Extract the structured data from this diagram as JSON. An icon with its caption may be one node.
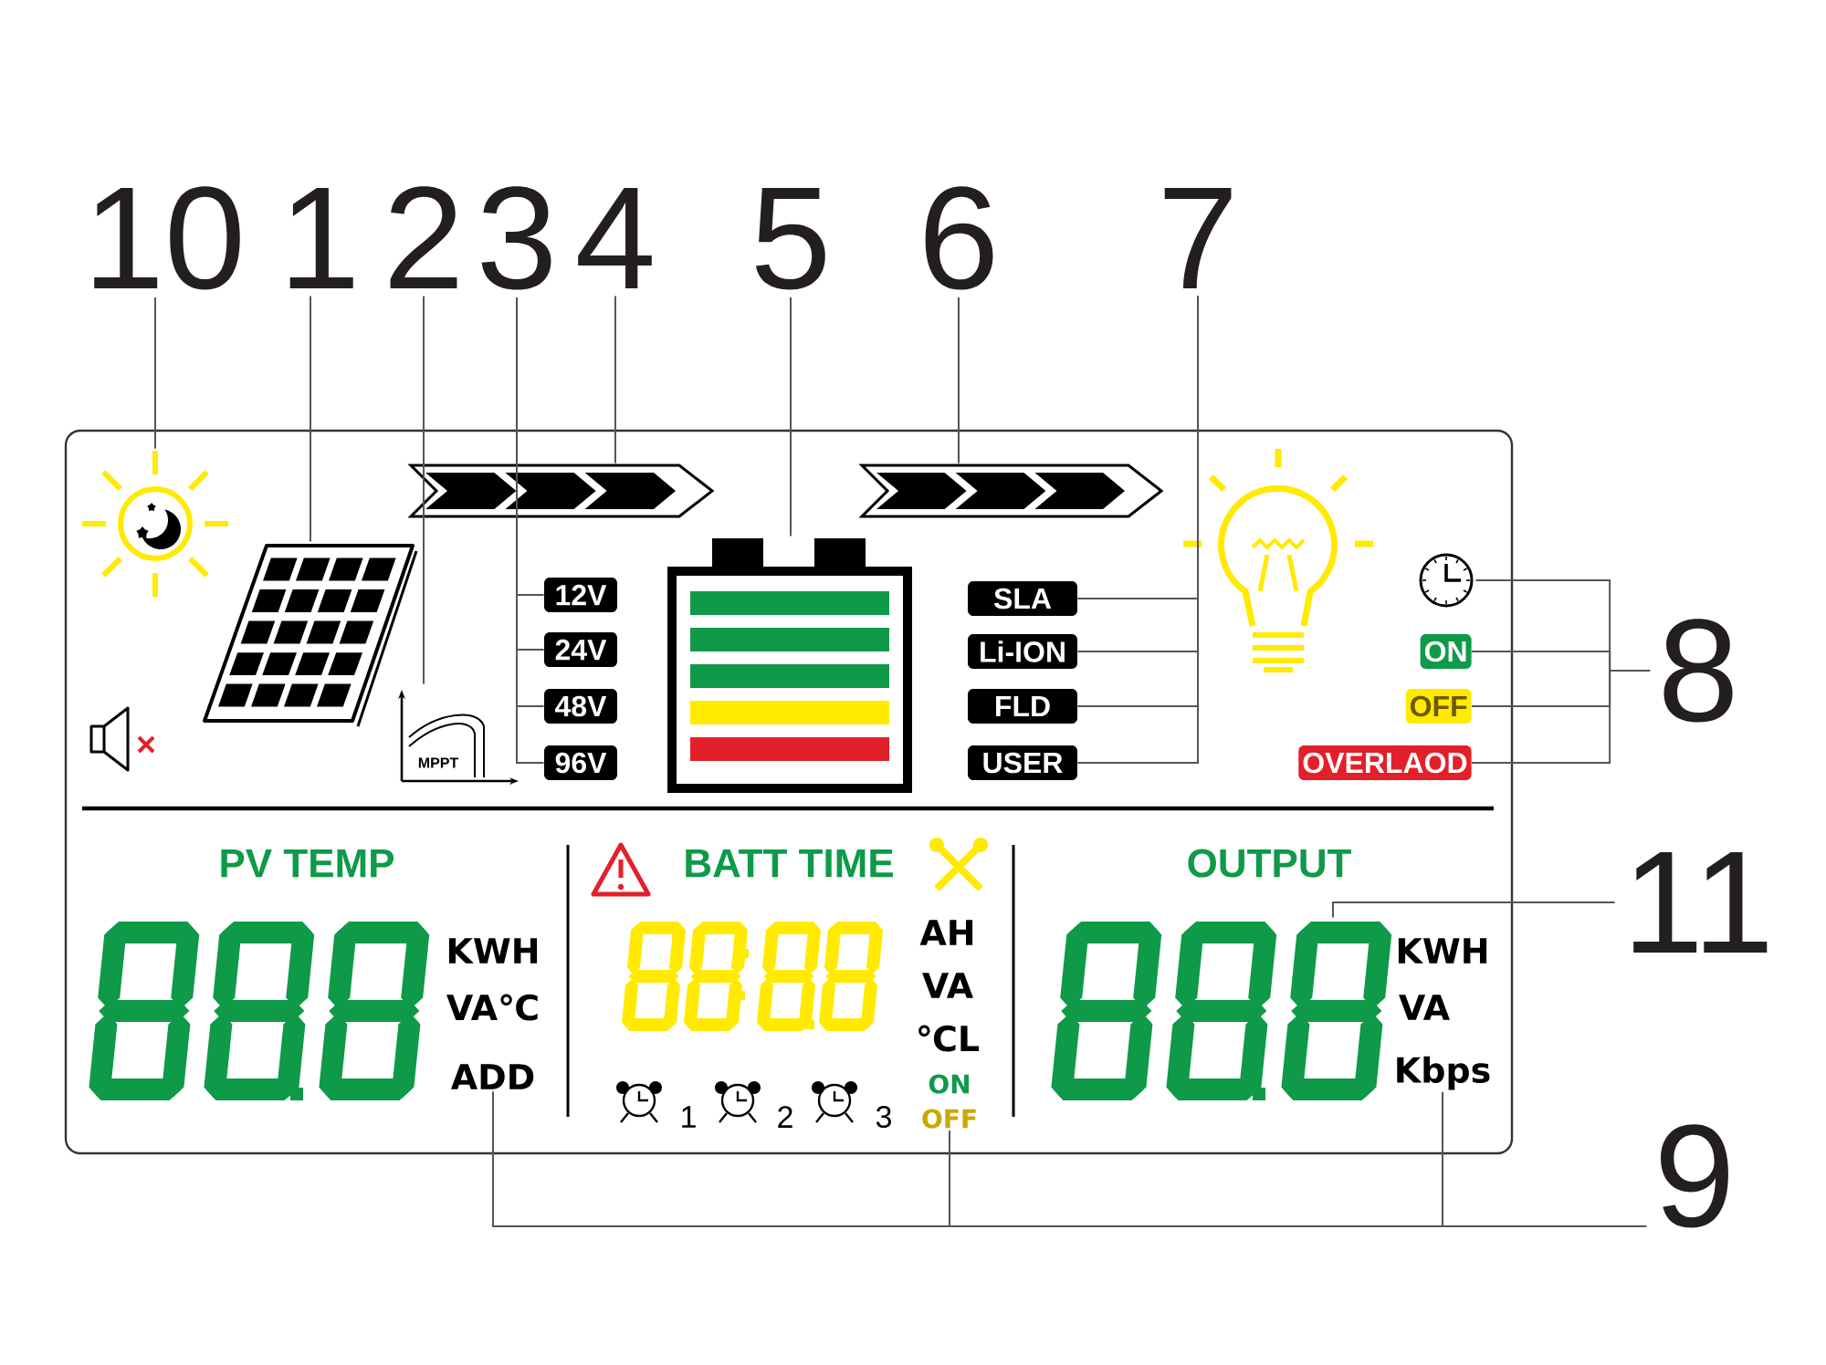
{
  "diagram": {
    "nodes": [
      {
        "text": [
          "10"
        ]
      },
      {
        "text": [
          "1"
        ]
      },
      {
        "text": [
          "2"
        ]
      },
      {
        "text": [
          "3"
        ]
      },
      {
        "text": [
          "4"
        ]
      },
      {
        "text": [
          "5"
        ]
      },
      {
        "text": [
          "6"
        ]
      },
      {
        "text": [
          "7"
        ]
      },
      {
        "text": [
          "8"
        ]
      },
      {
        "text": [
          "11"
        ]
      },
      {
        "text": [
          "9"
        ]
      },
      {
        "text": [],
        "shape": "sun"
      },
      {
        "text": [],
        "shape": "panel"
      },
      {
        "text": [
          "MPPT"
        ]
      },
      {
        "text": [
          "12V"
        ]
      },
      {
        "text": [
          "24V"
        ]
      },
      {
        "text": [
          "48V"
        ]
      },
      {
        "text": [
          "96V"
        ]
      },
      {
        "text": [],
        "shape": "arrow"
      },
      {
        "text": [],
        "shape": "battery"
      },
      {
        "text": [],
        "shape": "arrow"
      },
      {
        "text": [
          "SLA"
        ]
      },
      {
        "text": [
          "Li-ION"
        ]
      },
      {
        "text": [
          "FLD"
        ]
      },
      {
        "text": [
          "USER"
        ]
      },
      {
        "text": [],
        "shape": "clock"
      },
      {
        "text": [
          "ON"
        ]
      },
      {
        "text": [
          "OFF"
        ]
      },
      {
        "text": [
          "OVERLAOD"
        ]
      },
      {
        "text": [],
        "shape": "display"
      },
      {
        "text": [],
        "shape": "display"
      },
      {
        "text": [],
        "shape": "display"
      },
      {
        "text": [
          "ADD"
        ]
      },
      {
        "text": [
          "OFF"
        ]
      },
      {
        "text": [
          "Kbps"
        ]
      }
    ],
    "edges": [
      {
        "from": 0,
        "to": 11,
        "arrow": "none"
      },
      {
        "from": 1,
        "to": 12,
        "arrow": "none"
      },
      {
        "from": 2,
        "to": 13,
        "arrow": "none"
      },
      {
        "from": 3,
        "to": 14,
        "arrow": "none"
      },
      {
        "from": 3,
        "to": 15,
        "arrow": "none"
      },
      {
        "from": 3,
        "to": 16,
        "arrow": "none"
      },
      {
        "from": 3,
        "to": 17,
        "arrow": "none"
      },
      {
        "from": 4,
        "to": 18,
        "arrow": "none"
      },
      {
        "from": 5,
        "to": 19,
        "arrow": "none"
      },
      {
        "from": 6,
        "to": 20,
        "arrow": "none"
      },
      {
        "from": 7,
        "to": 21,
        "arrow": "none"
      },
      {
        "from": 7,
        "to": 22,
        "arrow": "none"
      },
      {
        "from": 7,
        "to": 23,
        "arrow": "none"
      },
      {
        "from": 7,
        "to": 24,
        "arrow": "none"
      },
      {
        "from": 8,
        "to": 25,
        "arrow": "none"
      },
      {
        "from": 8,
        "to": 26,
        "arrow": "none"
      },
      {
        "from": 8,
        "to": 27,
        "arrow": "none"
      },
      {
        "from": 8,
        "to": 28,
        "arrow": "none"
      },
      {
        "from": 9,
        "to": 31,
        "arrow": "none"
      },
      {
        "from": 10,
        "to": 32,
        "arrow": "none"
      },
      {
        "from": 10,
        "to": 33,
        "arrow": "none"
      },
      {
        "from": 10,
        "to": 34,
        "arrow": "none"
      }
    ],
    "labels": [
      "PV TEMP",
      "BATT TIME",
      "OUTPUT",
      "KWH",
      "VA℃",
      "AH",
      "VA",
      "℃L",
      "1",
      "2",
      "3",
      "ON",
      "KWH",
      "VA"
    ]
  }
}
